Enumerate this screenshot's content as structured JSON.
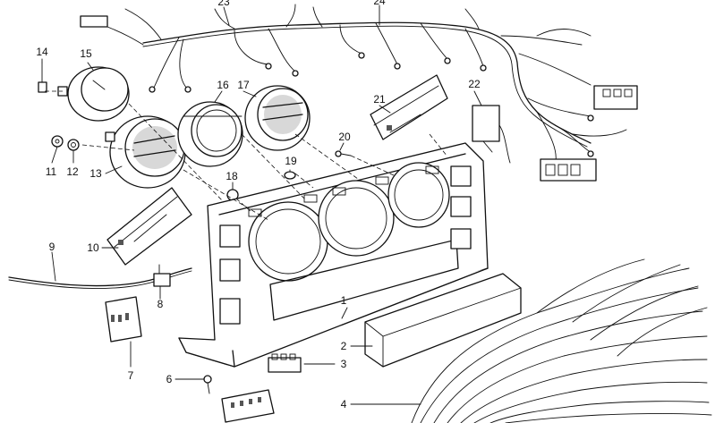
{
  "callouts": [
    {
      "id": "c1",
      "text": "1"
    },
    {
      "id": "c2",
      "text": "2"
    },
    {
      "id": "c3",
      "text": "3"
    },
    {
      "id": "c4",
      "text": "4"
    },
    {
      "id": "c6",
      "text": "6"
    },
    {
      "id": "c7",
      "text": "7"
    },
    {
      "id": "c8",
      "text": "8"
    },
    {
      "id": "c9",
      "text": "9"
    },
    {
      "id": "c10",
      "text": "10"
    },
    {
      "id": "c11",
      "text": "11"
    },
    {
      "id": "c12",
      "text": "12"
    },
    {
      "id": "c13",
      "text": "13"
    },
    {
      "id": "c14",
      "text": "14"
    },
    {
      "id": "c15",
      "text": "15"
    },
    {
      "id": "c16",
      "text": "16"
    },
    {
      "id": "c17",
      "text": "17"
    },
    {
      "id": "c18",
      "text": "18"
    },
    {
      "id": "c19",
      "text": "19"
    },
    {
      "id": "c20",
      "text": "20"
    },
    {
      "id": "c21",
      "text": "21"
    },
    {
      "id": "c22",
      "text": "22"
    },
    {
      "id": "c23",
      "text": "23"
    },
    {
      "id": "c24",
      "text": "24"
    }
  ]
}
